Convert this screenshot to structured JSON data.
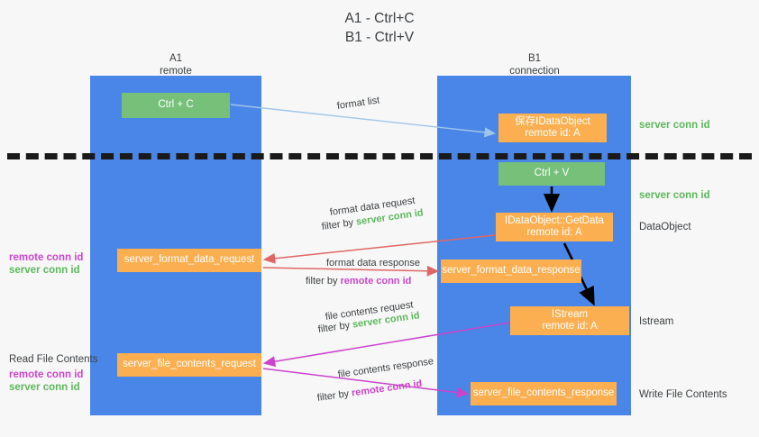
{
  "title": {
    "line1": "A1 - Ctrl+C",
    "line2": "B1 - Ctrl+V"
  },
  "lanes": [
    {
      "id": "a1",
      "name": "A1",
      "role": "remote",
      "color": "#4a86e8"
    },
    {
      "id": "b1",
      "name": "B1",
      "role": "connection",
      "color": "#4a86e8"
    }
  ],
  "boxes": {
    "ctrl_c": "Ctrl + C",
    "save_idataobject_line1": "保存IDataObject",
    "save_idataobject_line2": "remote id: A",
    "ctrl_v": "Ctrl + V",
    "getdata_line1": "IDataObject::GetData",
    "getdata_line2": "remote id: A",
    "istream_line1": "IStream",
    "istream_line2": "remote id: A",
    "server_format_data_request": "server_format_data_request",
    "server_format_data_response": "server_format_data_response",
    "server_file_contents_request": "server_file_contents_request",
    "server_file_contents_response": "server_file_contents_response"
  },
  "arrow_labels": {
    "format_list": "format list",
    "format_data_request": "format data request",
    "format_data_request_filter_prefix": "filter by ",
    "format_data_request_filter_value": "server conn id",
    "format_data_response": "format data response",
    "format_data_response_filter_prefix": "filter by ",
    "format_data_response_filter_value": "remote conn id",
    "file_contents_request": "file contents request",
    "file_contents_request_filter_prefix": "filter by ",
    "file_contents_request_filter_value": "server conn id",
    "file_contents_response": "file contents response",
    "file_contents_response_filter_prefix": "filter by ",
    "file_contents_response_filter_value": "remote conn id"
  },
  "side_labels": {
    "right_server_conn_id_top": "server conn id",
    "right_server_conn_id_mid": "server conn id",
    "right_dataobject": "DataObject",
    "right_istream": "Istream",
    "right_write_file_contents": "Write File Contents",
    "left_remote_conn_id_1": "remote conn id",
    "left_server_conn_id_1": "server conn id",
    "left_read_file_contents": "Read File Contents",
    "left_remote_conn_id_2": "remote conn id",
    "left_server_conn_id_2": "server conn id"
  },
  "colors": {
    "lane_blue": "#4a86e8",
    "box_green": "#76c07a",
    "box_orange": "#fbaf50",
    "accent_green_text": "#5cb85c",
    "accent_magenta_text": "#cc44cc",
    "arrow_light_blue": "#9fc5e8",
    "arrow_red": "#e06666",
    "arrow_magenta": "#cc44cc",
    "arrow_black": "#000000",
    "divider_black": "#1a1a1a",
    "page_background": "#f7f7f7"
  }
}
